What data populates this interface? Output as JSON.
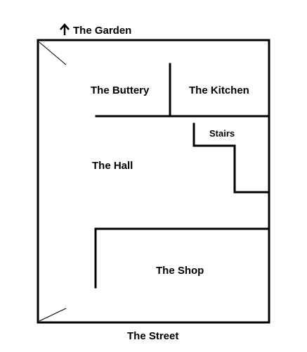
{
  "labels": {
    "garden": "The Garden",
    "street": "The Street",
    "buttery": "The Buttery",
    "kitchen": "The Kitchen",
    "stairs": "Stairs",
    "hall": "The Hall",
    "shop": "The Shop"
  },
  "icons": {
    "garden_direction": "arrow-up-icon"
  }
}
